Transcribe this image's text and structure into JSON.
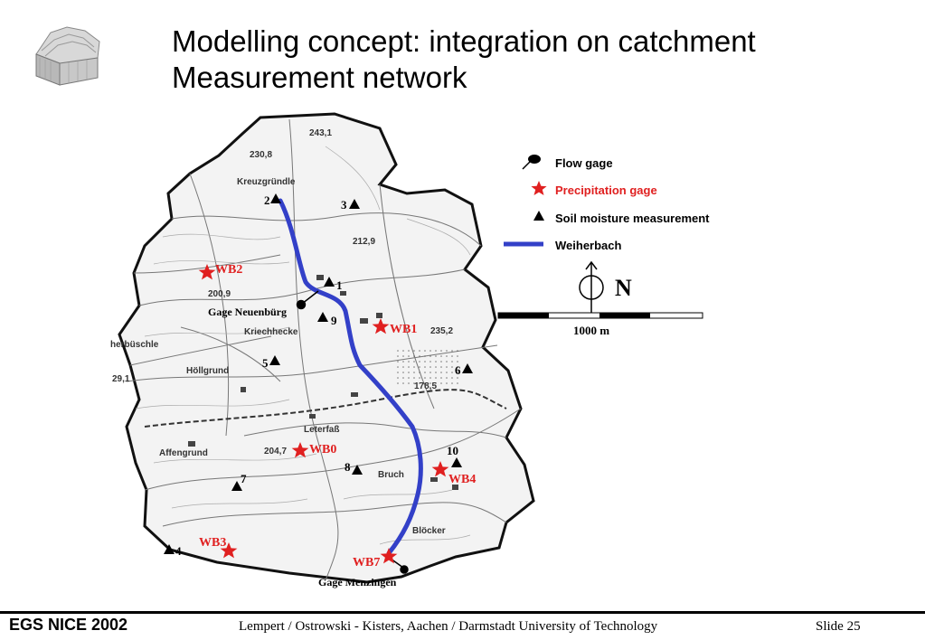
{
  "slide": {
    "title_line1": "Modelling concept: integration on catchment",
    "title_line2": "Measurement network"
  },
  "legend": {
    "flow_gage": "Flow gage",
    "precipitation_gage": "Precipitation gage",
    "soil_moisture": "Soil moisture measurement",
    "stream": "Weiherbach"
  },
  "map": {
    "north": "N",
    "scale": "1000 m",
    "gage_upper": "Gage Neuenbürg",
    "gage_lower": "Gage Menzingen",
    "precip_stations": [
      "WB2",
      "WB1",
      "WB0",
      "WB4",
      "WB3",
      "WB7"
    ],
    "soil_stations": [
      "2",
      "3",
      "1",
      "9",
      "5",
      "6",
      "10",
      "8",
      "7",
      "4"
    ],
    "place_names": [
      "Kreuzgründle",
      "Kriechhecke",
      "Höllgrund",
      "Affengrund",
      "Leterfaß",
      "Bruch",
      "Blöcker",
      "herbüschle"
    ],
    "elevations": [
      "243,1",
      "230,8",
      "212,9",
      "200,9",
      "235,2",
      "178,5",
      "204,7",
      "29,1"
    ]
  },
  "colors": {
    "precip_red": "#e02020",
    "stream_blue": "#3340c8"
  },
  "footer": {
    "event": "EGS NICE 2002",
    "authors": "Lempert / Ostrowski  - Kisters, Aachen / Darmstadt University of Technology",
    "slide_label": "Slide  25"
  }
}
